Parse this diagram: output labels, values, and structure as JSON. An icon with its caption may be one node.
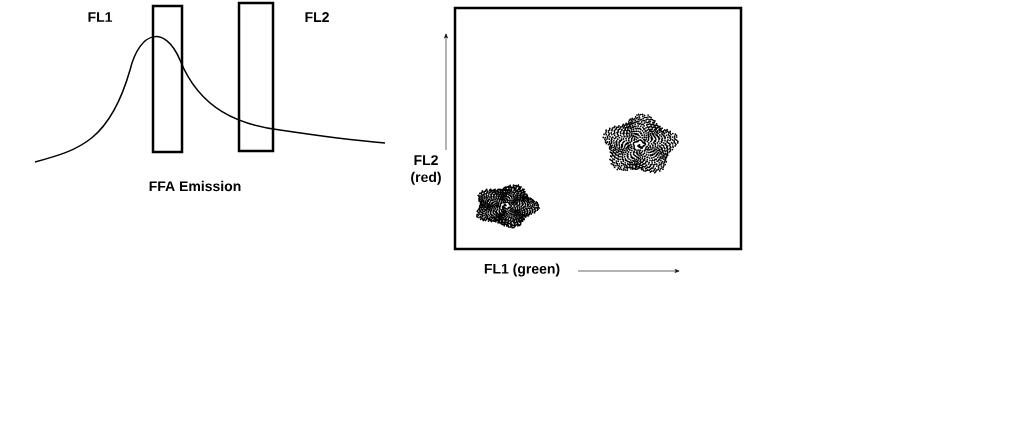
{
  "diagram": {
    "nodes": [
      {
        "text": [
          "FL1"
        ]
      },
      {
        "text": [
          "FL2"
        ]
      }
    ],
    "labels": [
      "FFA Emission",
      "FL2 (red)",
      "FL1 (green)"
    ]
  }
}
